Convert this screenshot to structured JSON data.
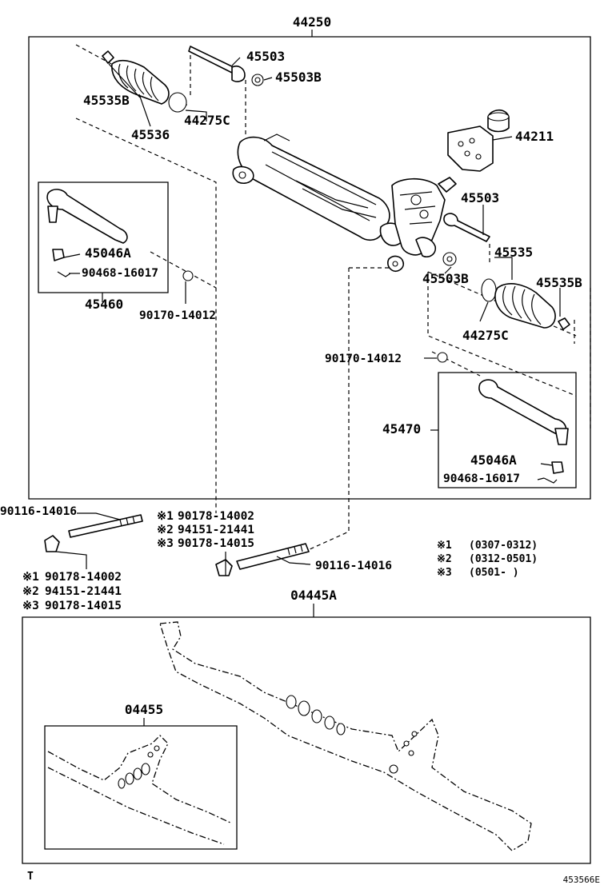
{
  "assembly": {
    "main_label": "44250",
    "labels": {
      "tie_rod_upper": "45503",
      "nut_upper": "45503B",
      "clip_left": "45535B",
      "boot_left": "45536",
      "ring_left": "44275C",
      "valve_housing": "44211",
      "tie_rod_right": "45503",
      "clip_right_label": "45535",
      "clip_right_b": "45535B",
      "nut_right": "45503B",
      "ring_right": "44275C",
      "cotter_nut_left": "90170-14012",
      "cotter_nut_right": "90170-14012",
      "tie_rod_end_right": "45470"
    }
  },
  "left_tie_rod_box": {
    "label": "45460",
    "castle_nut": "45046A",
    "cotter_pin": "90468-16017"
  },
  "right_tie_rod_box": {
    "castle_nut": "45046A",
    "cotter_pin": "90468-16017"
  },
  "bolts": {
    "stud_left": "90116-14016",
    "stud_right": "90116-14016",
    "nut_variants_upper": [
      {
        "mark": "※1",
        "part": "90178-14002"
      },
      {
        "mark": "※2",
        "part": "94151-21441"
      },
      {
        "mark": "※3",
        "part": "90178-14015"
      }
    ],
    "nut_variants_lower": [
      {
        "mark": "※1",
        "part": "90178-14002"
      },
      {
        "mark": "※2",
        "part": "94151-21441"
      },
      {
        "mark": "※3",
        "part": "90178-14015"
      }
    ]
  },
  "date_notes": [
    {
      "mark": "※1",
      "range": "(0307-0312)"
    },
    {
      "mark": "※2",
      "range": "(0312-0501)"
    },
    {
      "mark": "※3",
      "range": "(0501-       )"
    }
  ],
  "kit": {
    "label": "04445A",
    "inner_label": "04455"
  },
  "footer": {
    "left_mark": "T",
    "diagram_id": "453566E"
  }
}
